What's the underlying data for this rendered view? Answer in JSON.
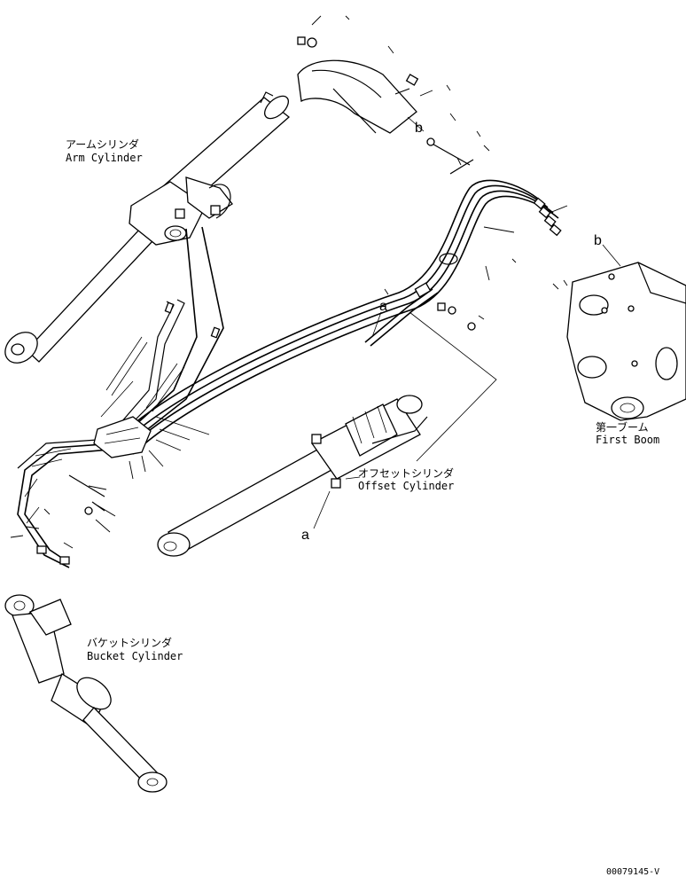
{
  "labels": {
    "arm_cylinder_jp": "アームシリンダ",
    "arm_cylinder_en": "Arm Cylinder",
    "offset_cylinder_jp": "オフセットシリンダ",
    "offset_cylinder_en": "Offset Cylinder",
    "bucket_cylinder_jp": "バケットシリンダ",
    "bucket_cylinder_en": "Bucket Cylinder",
    "first_boom_jp": "第一ブーム",
    "first_boom_en": "First Boom"
  },
  "callouts": {
    "a_upper": "a",
    "a_lower": "a",
    "b_upper": "b",
    "b_right": "b"
  },
  "drawing_code": "00079145-V"
}
